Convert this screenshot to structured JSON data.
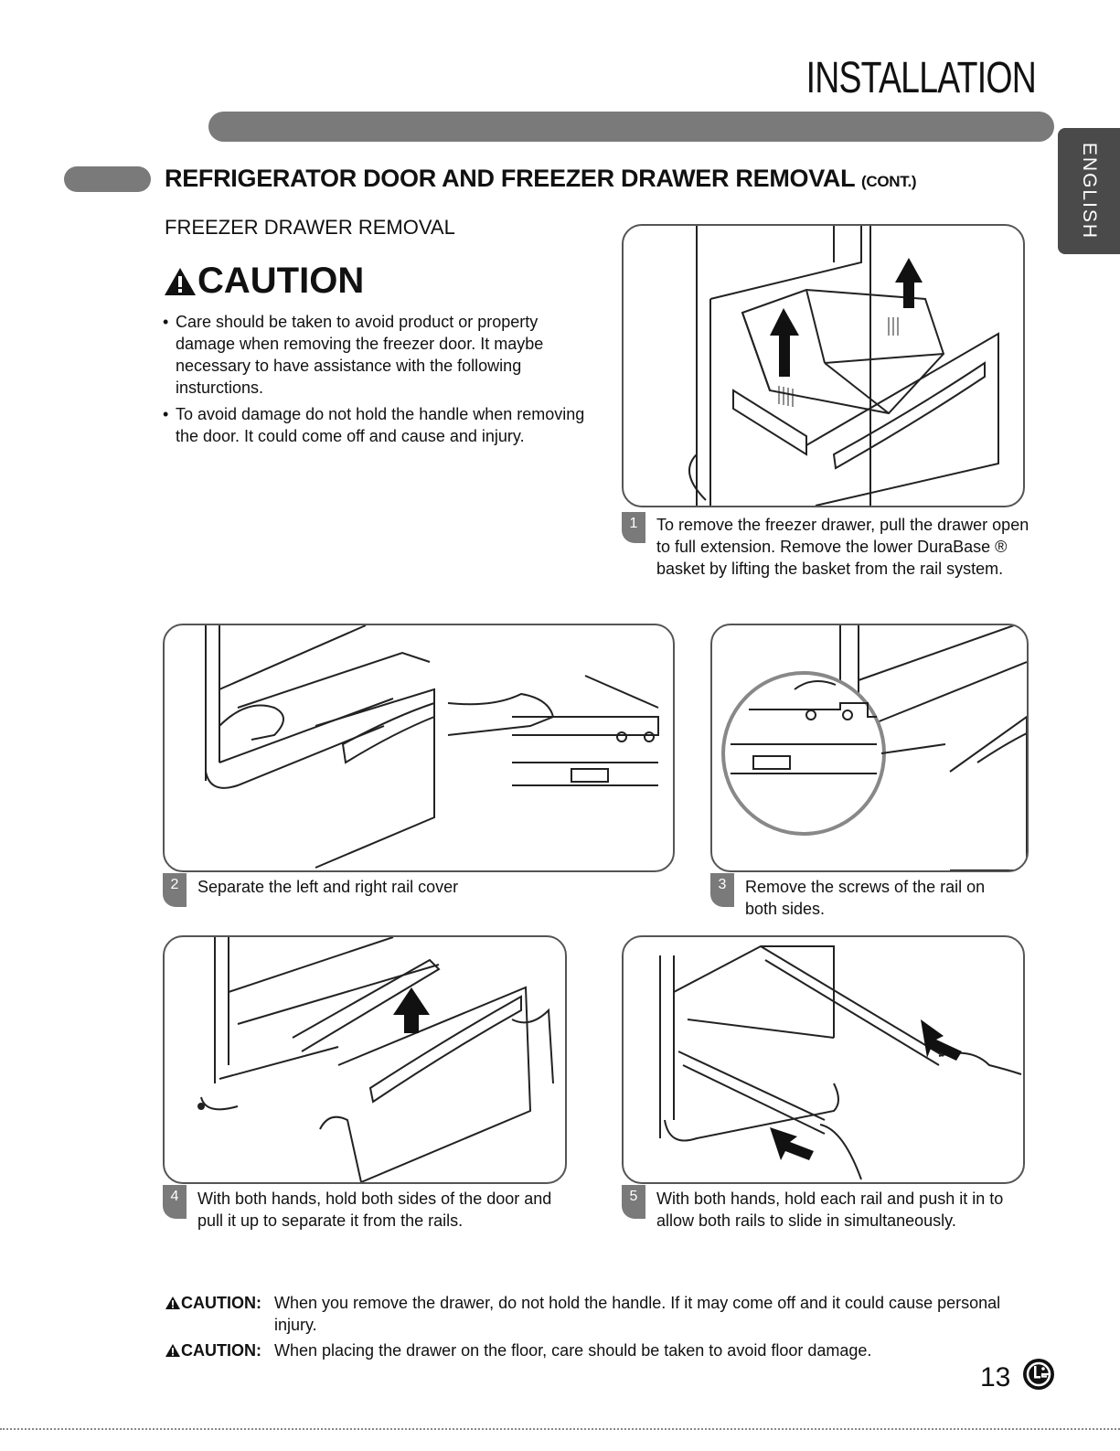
{
  "header": {
    "title": "INSTALLATION",
    "language_tab": "ENGLISH"
  },
  "section": {
    "title": "REFRIGERATOR DOOR AND FREEZER DRAWER REMOVAL",
    "title_suffix": "(CONT.)",
    "subtitle": "FREEZER DRAWER REMOVAL"
  },
  "caution": {
    "heading": "CAUTION",
    "items": [
      "Care should be taken to avoid product or property damage when removing the freezer door. It maybe necessary to have assistance with the following insturctions.",
      "To avoid damage do not hold the handle when removing the door. It could come off and cause and injury."
    ]
  },
  "steps": [
    {
      "num": "1",
      "text": "To remove the freezer drawer, pull the drawer open to full extension. Remove the lower DuraBase ® basket by lifting the basket from the rail system."
    },
    {
      "num": "2",
      "text": "Separate the left and right rail cover"
    },
    {
      "num": "3",
      "text": "Remove the screws of the rail on both sides."
    },
    {
      "num": "4",
      "text": "With both hands, hold both sides of the door and pull it up to separate it from the rails."
    },
    {
      "num": "5",
      "text": "With both hands, hold each rail and push it in to allow both rails to slide in simultaneously."
    }
  ],
  "bottom_cautions": [
    {
      "label": "CAUTION:",
      "text": "When you remove the drawer, do not hold the handle. If it may come off and it could cause personal injury."
    },
    {
      "label": "CAUTION:",
      "text": "When placing the drawer on the floor, care should be taken to avoid floor damage."
    }
  ],
  "footer": {
    "page_number": "13"
  }
}
